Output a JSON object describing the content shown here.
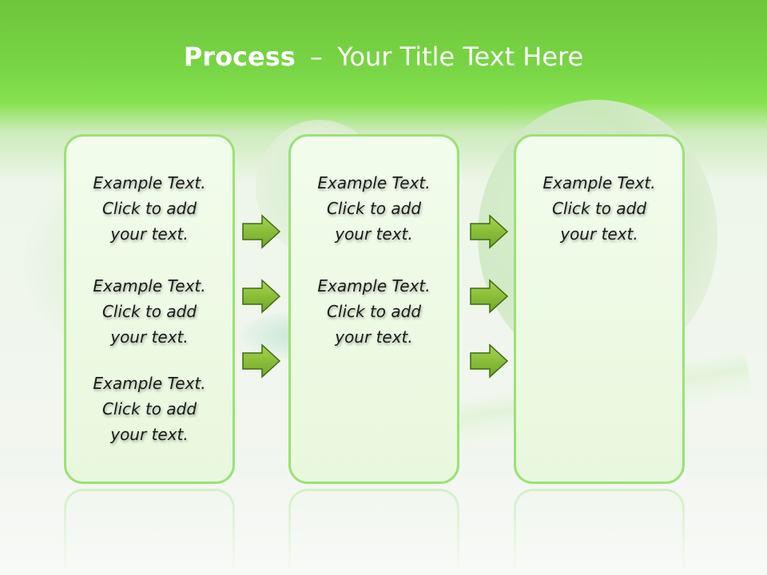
{
  "title": {
    "bold": "Process",
    "separator": "–",
    "rest": "Your Title Text Here"
  },
  "columns": [
    {
      "blocks": [
        {
          "line1": "Example Text.",
          "line2": "Click  to add",
          "line3": "your text."
        },
        {
          "line1": "Example Text.",
          "line2": "Click  to add",
          "line3": "your text."
        },
        {
          "line1": "Example Text.",
          "line2": "Click  to add",
          "line3": "your text."
        }
      ]
    },
    {
      "blocks": [
        {
          "line1": "Example Text.",
          "line2": "Click  to add",
          "line3": "your text."
        },
        {
          "line1": "Example Text.",
          "line2": "Click  to add",
          "line3": "your text."
        }
      ]
    },
    {
      "blocks": [
        {
          "line1": "Example Text.",
          "line2": "Click  to add",
          "line3": "your text."
        }
      ]
    }
  ],
  "colors": {
    "header_green": "#79d646",
    "box_border": "#9ce176",
    "box_fill": "#eefbe6",
    "arrow_fill": "#8ac43a",
    "arrow_stroke": "#3d6b12",
    "title_text": "#ffffff"
  },
  "icons": {
    "arrow": "right-arrow-icon"
  }
}
